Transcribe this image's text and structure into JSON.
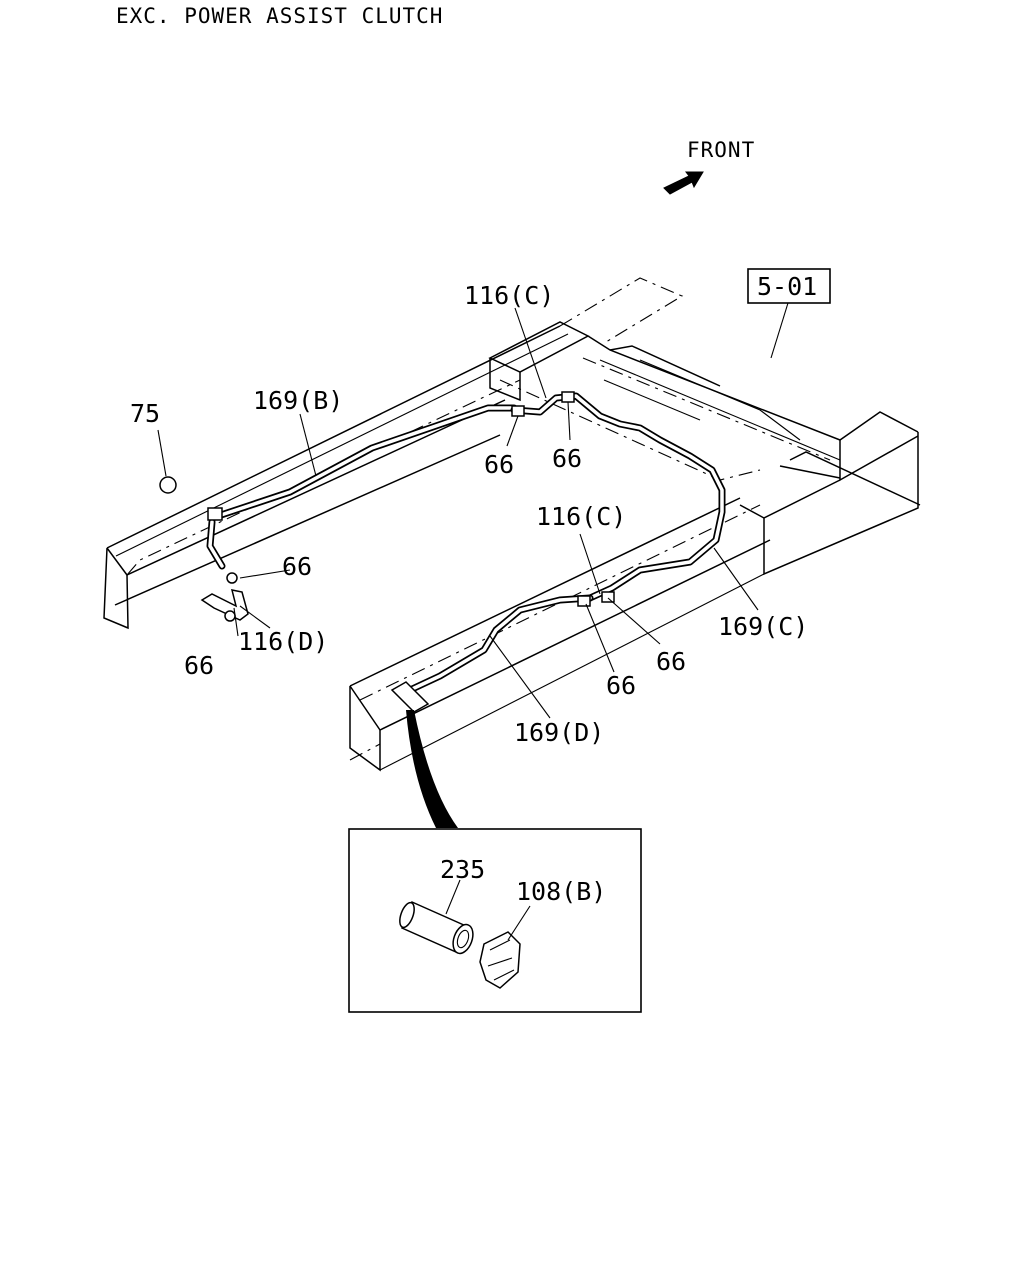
{
  "title": "EXC. POWER ASSIST CLUTCH",
  "direction": {
    "label": "FRONT",
    "icon": "front-arrow-icon"
  },
  "reference_box": "5-01",
  "callouts": {
    "c116_top": "116(C)",
    "c169b": "169(B)",
    "c75": "75",
    "c66_a": "66",
    "c66_b": "66",
    "c66_c": "66",
    "c66_d": "66",
    "c116d": "116(D)",
    "c116_mid": "116(C)",
    "c66_e": "66",
    "c66_f": "66",
    "c169c": "169(C)",
    "c169d": "169(D)"
  },
  "detail": {
    "c235": "235",
    "c108b": "108(B)"
  }
}
